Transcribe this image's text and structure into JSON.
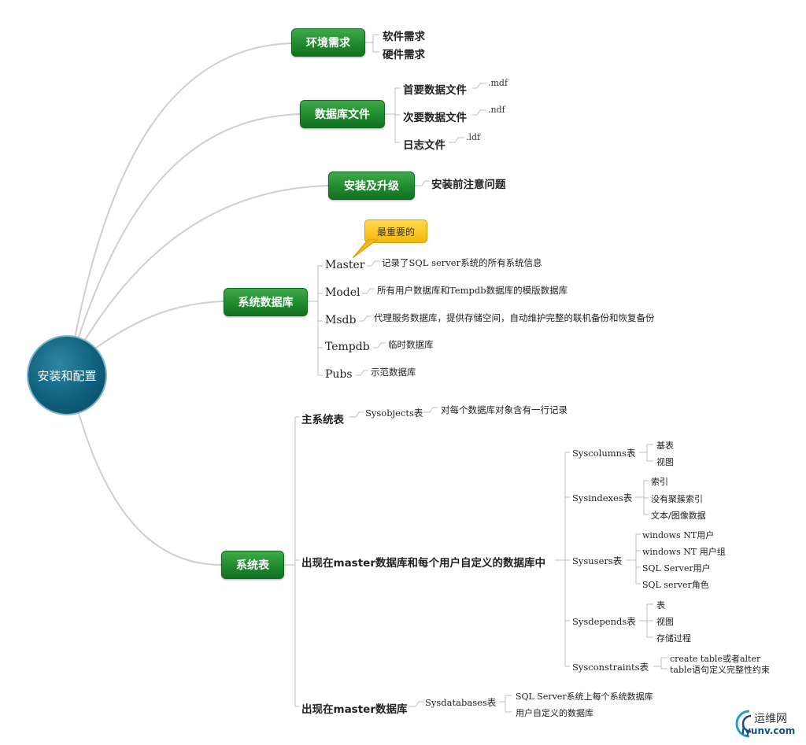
{
  "root": {
    "label": "安装和配置"
  },
  "branches": {
    "env": {
      "label": "环境需求",
      "items": [
        "软件需求",
        "硬件需求"
      ]
    },
    "dbfiles": {
      "label": "数据库文件",
      "items": [
        {
          "label": "首要数据文件",
          "ext": ".mdf"
        },
        {
          "label": "次要数据文件",
          "ext": ".ndf"
        },
        {
          "label": "日志文件",
          "ext": ".ldf"
        }
      ]
    },
    "install": {
      "label": "安装及升级",
      "items": [
        "安装前注意问题"
      ]
    },
    "sysdb": {
      "label": "系统数据库",
      "callout": "最重要的",
      "items": [
        {
          "label": "Master",
          "desc": "记录了SQL server系统的所有系统信息"
        },
        {
          "label": "Model",
          "desc": "所有用户数据库和Tempdb数据库的模版数据库"
        },
        {
          "label": "Msdb",
          "desc": "代理服务数据库，提供存储空间，自动维护完整的联机备份和恢复备份"
        },
        {
          "label": "Tempdb",
          "desc": "临时数据库"
        },
        {
          "label": "Pubs",
          "desc": "示范数据库"
        }
      ]
    },
    "systables": {
      "label": "系统表",
      "main": {
        "label": "主系统表",
        "table": "Sysobjects表",
        "desc": "对每个数据库对象含有一行记录"
      },
      "every": {
        "label": "出现在master数据库和每个用户自定义的数据库中",
        "tables": [
          {
            "label": "Syscolumns表",
            "items": [
              "基表",
              "视图"
            ]
          },
          {
            "label": "Sysindexes表",
            "items": [
              "索引",
              "没有聚簇索引",
              "文本/图像数据"
            ]
          },
          {
            "label": "Sysusers表",
            "items": [
              "windows NT用户",
              "windows NT 用户组",
              "SQL Server用户",
              "SQL server角色"
            ]
          },
          {
            "label": "Sysdepends表",
            "items": [
              "表",
              "视图",
              "存储过程"
            ]
          },
          {
            "label": "Sysconstraints表",
            "items": [
              "create table或者alter",
              "table语句定义完整性约束"
            ]
          }
        ]
      },
      "master": {
        "label": "出现在master数据库",
        "table": "Sysdatabases表",
        "items": [
          "SQL Server系统上每个系统数据库",
          "用户自定义的数据库"
        ]
      }
    }
  },
  "watermark": {
    "name": "运维网",
    "url": "iyunv.com"
  },
  "colors": {
    "branch": "#1f8a2e",
    "root": "#0f5f7c",
    "callout": "#f3b80f",
    "line": "#c8c8c8"
  }
}
